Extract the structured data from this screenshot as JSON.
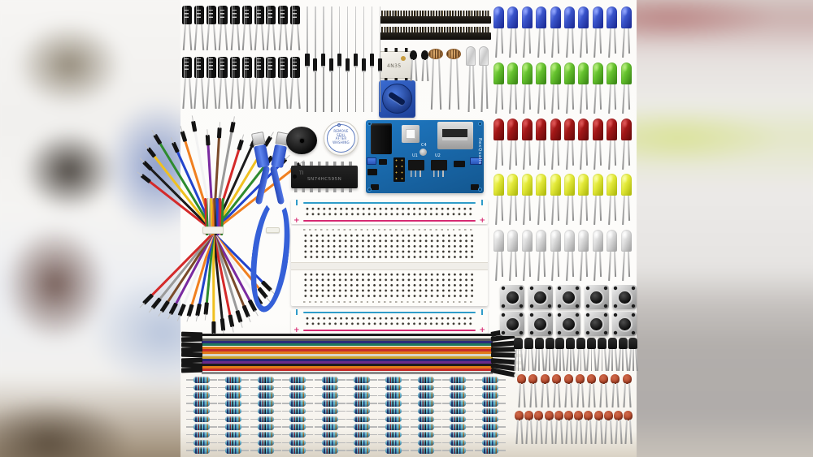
{
  "scene": {
    "type": "product-photo",
    "subject": "Electronics starter kit components arranged on a white background: breadboard, jumper wires, USB cable, buzzers, power supply module, IC, LEDs, resistors, capacitors, diodes, buttons and sensors",
    "note": "Photo is letterboxed by blurred bands on the left and right"
  },
  "labels": {
    "optocoupler": "4N35",
    "ic_brand": "TI",
    "ic_marking": "SN74HC595N",
    "module_u1": "U1",
    "module_u2": "U2",
    "module_c4": "C4",
    "module_brand": "RexQualis",
    "rail_plus": "+",
    "piezo_sticker_lines": [
      "REMOVE",
      "SEAL",
      "AFTER",
      "WASHING"
    ]
  },
  "components": {
    "electrolytic_capacitors": {
      "rows": 2,
      "per_row": 10
    },
    "diodes": {
      "count": 10
    },
    "pin_header_strips": {
      "count": 2
    },
    "optocoupler_ic": {
      "count": 1
    },
    "thermistors": {
      "count": 2
    },
    "photoresistors": {
      "count": 2
    },
    "large_clear_leds": {
      "count": 2
    },
    "trimmer_potentiometer": {
      "count": 1
    },
    "led_rows": [
      {
        "name": "blue",
        "count": 10,
        "color": "#3a55cc",
        "dark": "#1f2f9a",
        "light": "#93a7ff"
      },
      {
        "name": "green",
        "count": 10,
        "color": "#66c32e",
        "dark": "#3f8d18",
        "light": "#b9ee80"
      },
      {
        "name": "red",
        "count": 10,
        "color": "#a31717",
        "dark": "#6e0c0c",
        "light": "#e05858"
      },
      {
        "name": "yellow",
        "count": 10,
        "color": "#e4ea3a",
        "dark": "#b5bf12",
        "light": "#fbffa6"
      },
      {
        "name": "white",
        "count": 10,
        "color": "#dddddd",
        "dark": "#a9a9a9",
        "light": "#ffffff"
      }
    ],
    "push_buttons": {
      "rows": 2,
      "per_row": 5
    },
    "transistors": {
      "count": 12
    },
    "ceramic_capacitor_rows": [
      10,
      12
    ],
    "ceramic_color": "#b04226",
    "resistors": {
      "rows": 10,
      "columns": 10,
      "body_color": "#60b7cd"
    },
    "ribbon_cable": {
      "wire_colors": [
        "#1c1c1c",
        "#f0efe8",
        "#5a5a5a",
        "#2c2c7a",
        "#20795a",
        "#e07b1a",
        "#c62b2b",
        "#e07b1a",
        "#d8d4c8",
        "#caa32a",
        "#26267a",
        "#6a2a8a",
        "#1c1c1c",
        "#e07b1a",
        "#c62b2b",
        "#8a8a8a"
      ]
    },
    "jumper_wires": {
      "colors": [
        "#d42a2a",
        "#1c1c1c",
        "#f0c020",
        "#2e8b2e",
        "#2244cc",
        "#f08020",
        "#f2f2f2",
        "#7a2aa0",
        "#7a4a2a",
        "#9a9a9a"
      ]
    },
    "usb_cable": {
      "color": "#3560d8"
    },
    "buzzers": {
      "active": 1,
      "piezo": 1
    },
    "power_module": {
      "pcb_color": "#1c6cb4"
    },
    "breadboard": {
      "count": 1
    }
  }
}
